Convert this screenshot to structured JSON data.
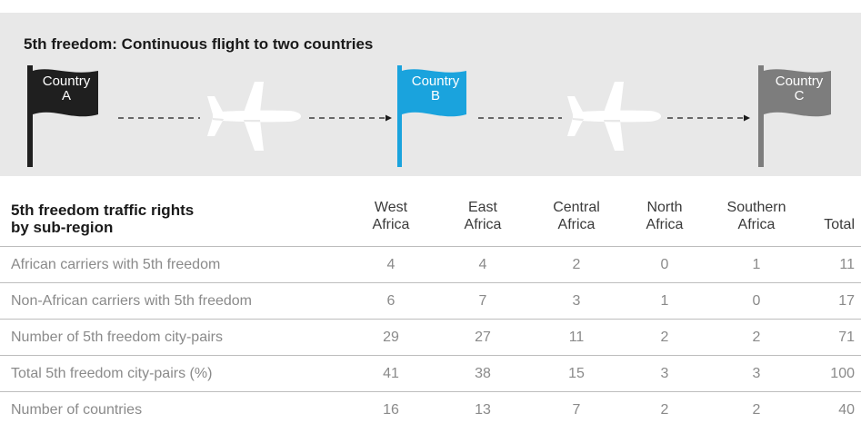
{
  "diagram": {
    "title": "5th freedom: Continuous flight to two countries",
    "flags": [
      {
        "line1": "Country",
        "line2": "A",
        "color": "#1f1f1f"
      },
      {
        "line1": "Country",
        "line2": "B",
        "color": "#1aa3dd"
      },
      {
        "line1": "Country",
        "line2": "C",
        "color": "#7d7d7d"
      }
    ],
    "colors": {
      "panel": "#e8e8e8",
      "plane": "#ffffff",
      "dash": "#1a1a1a"
    }
  },
  "table": {
    "title_line1": "5th freedom traffic rights",
    "title_line2": "by sub-region",
    "columns": [
      {
        "line1": "West",
        "line2": "Africa"
      },
      {
        "line1": "East",
        "line2": "Africa"
      },
      {
        "line1": "Central",
        "line2": "Africa"
      },
      {
        "line1": "North",
        "line2": "Africa"
      },
      {
        "line1": "Southern",
        "line2": "Africa"
      },
      {
        "line1": "",
        "line2": "Total"
      }
    ],
    "rows": [
      {
        "label": "African carriers with 5th freedom",
        "values": [
          "4",
          "4",
          "2",
          "0",
          "1",
          "11"
        ]
      },
      {
        "label": "Non-African carriers with 5th freedom",
        "values": [
          "6",
          "7",
          "3",
          "1",
          "0",
          "17"
        ]
      },
      {
        "label": "Number of 5th freedom city-pairs",
        "values": [
          "29",
          "27",
          "11",
          "2",
          "2",
          "71"
        ]
      },
      {
        "label": "Total 5th freedom city-pairs (%)",
        "values": [
          "41",
          "38",
          "15",
          "3",
          "3",
          "100"
        ]
      },
      {
        "label": "Number of countries",
        "values": [
          "16",
          "13",
          "7",
          "2",
          "2",
          "40"
        ]
      }
    ]
  }
}
